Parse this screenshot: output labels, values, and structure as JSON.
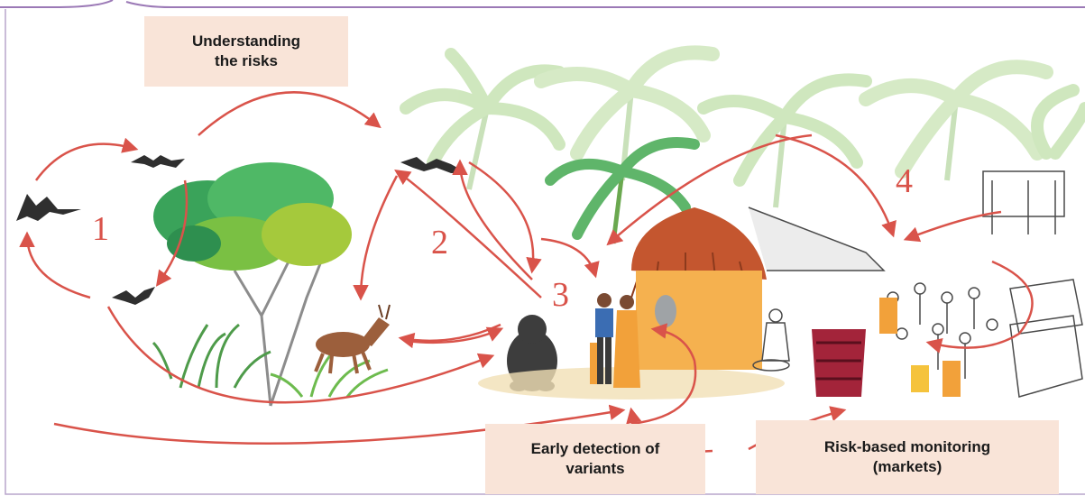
{
  "labels": {
    "understanding": [
      "Understanding",
      "the risks"
    ],
    "early_detection": [
      "Early detection of",
      "variants"
    ],
    "risk_monitoring": [
      "Risk-based monitoring",
      "(markets)"
    ]
  },
  "stages": [
    "1",
    "2",
    "3",
    "4"
  ],
  "colors": {
    "arrow": "#d9534a",
    "label_bg": "#f9e4d8",
    "frame": "#9b79b6",
    "number": "#d9534a"
  },
  "icons": [
    "bat-icon",
    "tree-icon",
    "deer-icon",
    "gorilla-icon",
    "family-icon",
    "hut-icon",
    "palm-tree-icon",
    "market-icon"
  ]
}
